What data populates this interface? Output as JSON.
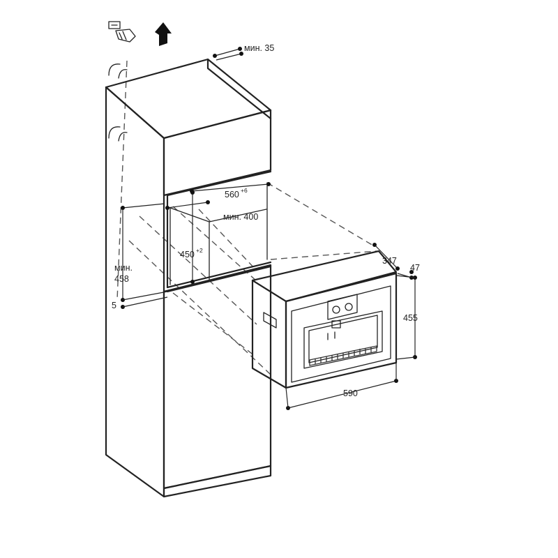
{
  "dimensions": {
    "top_clearance": "мин. 35",
    "niche_width": "560",
    "niche_width_tolerance": "+6",
    "niche_depth": "мин. 400",
    "niche_height": "450",
    "niche_height_tolerance": "+2",
    "cabinet_height_line1": "мин.",
    "cabinet_height_line2": "458",
    "offset": "5",
    "device_depth": "347",
    "front_depth": "47",
    "device_height": "455",
    "device_width": "590"
  },
  "icons": {
    "ventilation": "airflow-arrow-icon",
    "mounting": "screw-mount-icon"
  }
}
